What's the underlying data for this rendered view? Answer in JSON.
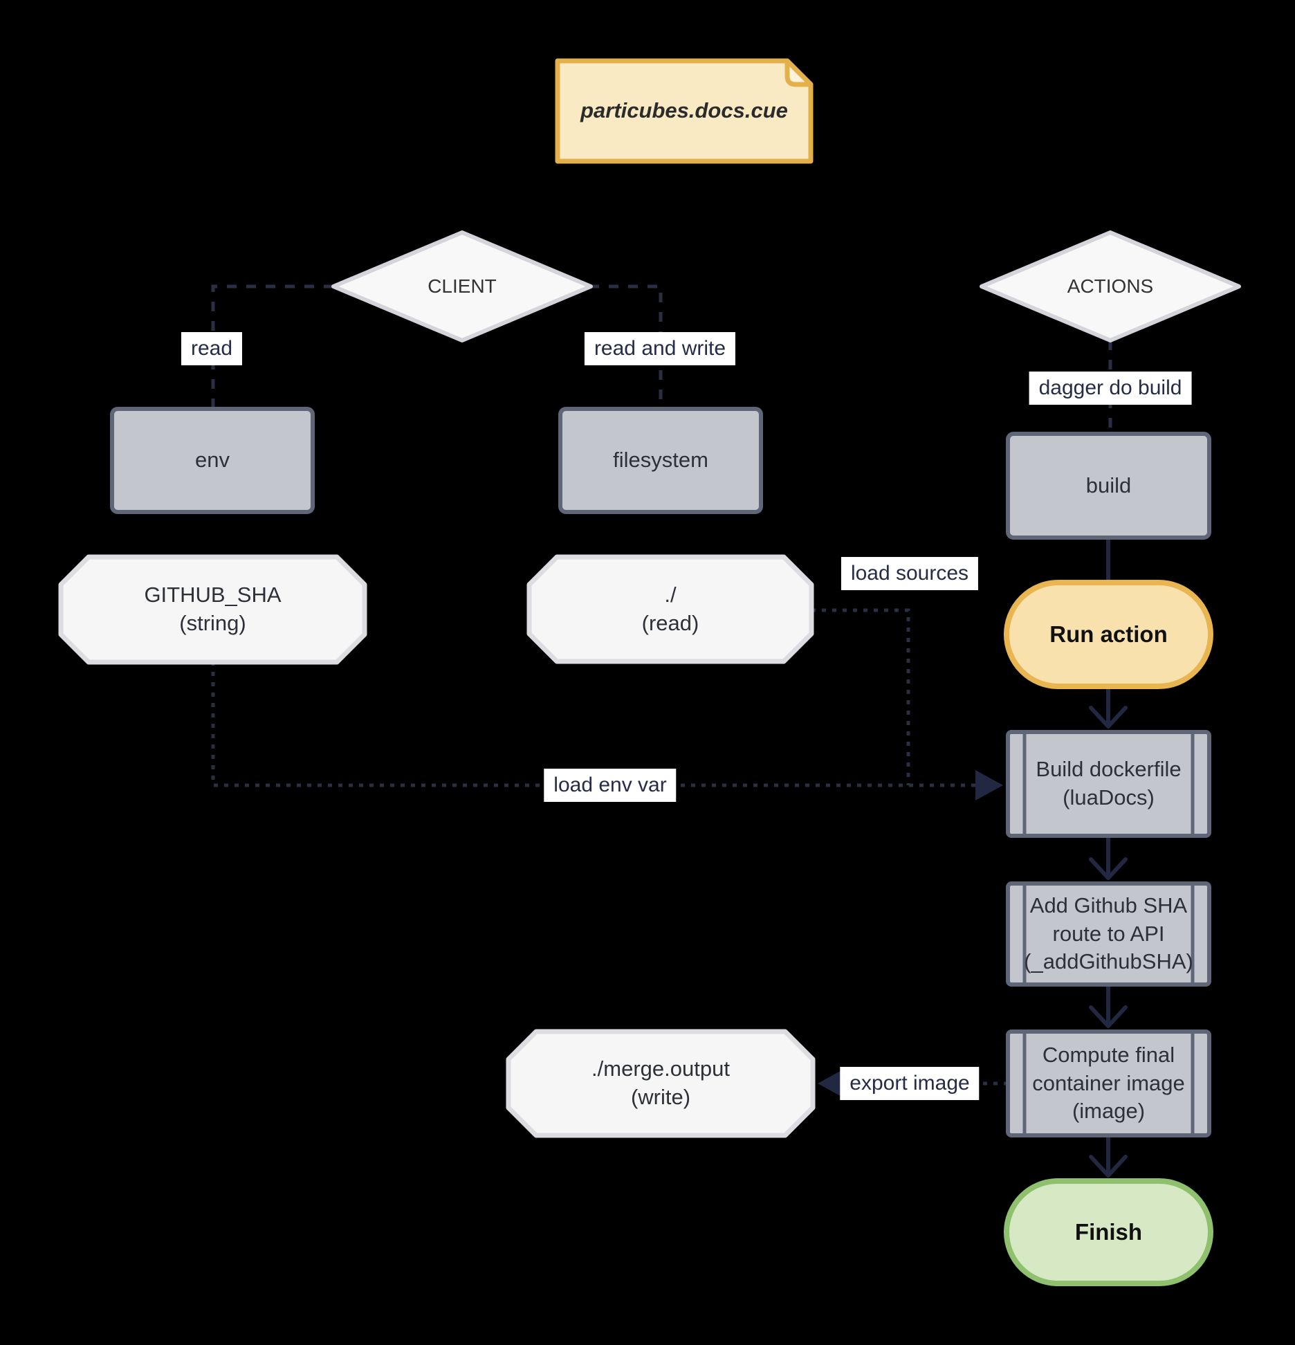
{
  "diagram": {
    "type": "flowchart",
    "background": "#000000",
    "note": {
      "label": "particubes.docs.cue"
    },
    "diamonds": {
      "client": {
        "label": "CLIENT"
      },
      "actions": {
        "label": "ACTIONS"
      }
    },
    "nodes": {
      "env": {
        "label": "env",
        "shape": "rect"
      },
      "filesystem": {
        "label": "filesystem",
        "shape": "rect"
      },
      "build": {
        "label": "build",
        "shape": "rect"
      },
      "github_sha": {
        "line1": "GITHUB_SHA",
        "line2": "(string)",
        "shape": "octagon"
      },
      "dot_read": {
        "line1": "./",
        "line2": "(read)",
        "shape": "octagon"
      },
      "merge_output": {
        "line1": "./merge.output",
        "line2": "(write)",
        "shape": "octagon"
      },
      "run_action": {
        "label": "Run action",
        "shape": "stadium"
      },
      "build_dockerfile": {
        "line1": "Build dockerfile",
        "line2": "(luaDocs)",
        "shape": "subroutine"
      },
      "add_github_sha": {
        "line1": "Add Github SHA",
        "line2": "route to API",
        "line3": "(_addGithubSHA)",
        "shape": "subroutine"
      },
      "compute_image": {
        "line1": "Compute final",
        "line2": "container image",
        "line3": "(image)",
        "shape": "subroutine"
      },
      "finish": {
        "label": "Finish",
        "shape": "stadium"
      }
    },
    "edge_labels": {
      "read": "read",
      "read_and_write": "read and write",
      "dagger_do_build": "dagger do build",
      "load_sources": "load sources",
      "load_env_var": "load env var",
      "export_image": "export image"
    },
    "edges": [
      {
        "from": "CLIENT",
        "to": "env",
        "label": "read",
        "style": "dashed",
        "arrow": false
      },
      {
        "from": "CLIENT",
        "to": "filesystem",
        "label": "read and write",
        "style": "dashed",
        "arrow": false
      },
      {
        "from": "ACTIONS",
        "to": "build",
        "label": "dagger do build",
        "style": "dashed",
        "arrow": false
      },
      {
        "from": "dot_read",
        "to": "build_dockerfile",
        "label": "load sources",
        "style": "dotted",
        "arrow": true
      },
      {
        "from": "github_sha",
        "to": "build_dockerfile",
        "label": "load env var",
        "style": "dotted",
        "arrow": true
      },
      {
        "from": "build",
        "to": "run_action",
        "label": "",
        "style": "solid",
        "arrow": false
      },
      {
        "from": "run_action",
        "to": "build_dockerfile",
        "label": "",
        "style": "solid",
        "arrow": true
      },
      {
        "from": "build_dockerfile",
        "to": "add_github_sha",
        "label": "",
        "style": "solid",
        "arrow": true
      },
      {
        "from": "add_github_sha",
        "to": "compute_image",
        "label": "",
        "style": "solid",
        "arrow": true
      },
      {
        "from": "compute_image",
        "to": "merge_output",
        "label": "export image",
        "style": "dotted",
        "arrow": true
      },
      {
        "from": "compute_image",
        "to": "finish",
        "label": "",
        "style": "solid",
        "arrow": true
      }
    ],
    "colors": {
      "background": "#000000",
      "line": "#2a3044",
      "edge_label_text": "#252c47",
      "gray_node_fill": "#c4c6cd",
      "gray_node_border": "#5f6678",
      "light_node_fill": "#f7f7f8",
      "diamond_border": "#d4d4db",
      "octagon_border": "#dddde2",
      "note_fill": "#faeac3",
      "note_border": "#e4b04a",
      "amber_fill": "#f9e1ae",
      "amber_border": "#e8b551",
      "green_fill": "#d6e8c4",
      "green_border": "#8ec06d"
    }
  }
}
